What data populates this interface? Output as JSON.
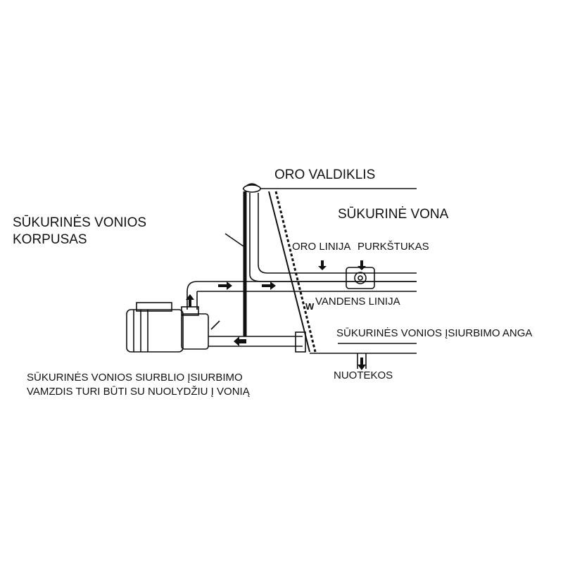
{
  "labels": {
    "air_controller": "ORO VALDIKLIS",
    "tub": "SŪKURINĖ VONA",
    "enclosure": [
      "SŪKURINĖS VONIOS",
      "KORPUSAS"
    ],
    "air_line": "ORO LINIJA",
    "jet": "PURKŠTUKAS",
    "water_line": "VANDENS LINIJA",
    "suction_port": "SŪKURINĖS VONIOS ĮSIURBIMO ANGA",
    "drain": "NUOTEKOS",
    "note": [
      "SŪKURINĖS VONIOS  SIURBLIO ĮSIURBIMO",
      "VAMZDIS TURI BŪTI  SU NUOLYDŽIU Į VONIĄ"
    ]
  },
  "colors": {
    "line": "#111111",
    "background": "#ffffff"
  }
}
